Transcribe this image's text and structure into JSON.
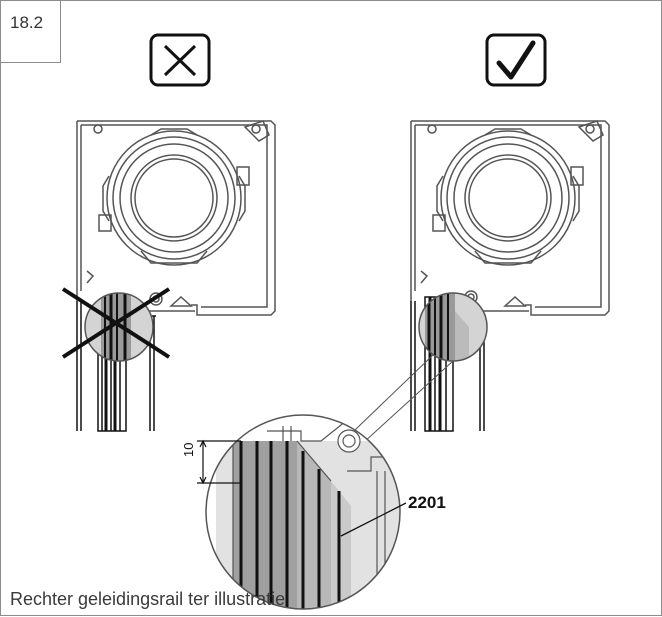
{
  "step_number": "18.2",
  "caption": "Rechter geleidingsrail ter illustratie",
  "dimension_label": "10",
  "part_number": "2201",
  "icons": {
    "wrong": "cross-icon",
    "correct": "check-icon"
  },
  "colors": {
    "line": "#555555",
    "dark": "#111111",
    "rail_fill": "#9a9a9a",
    "frame_border": "#8c8c8c"
  }
}
